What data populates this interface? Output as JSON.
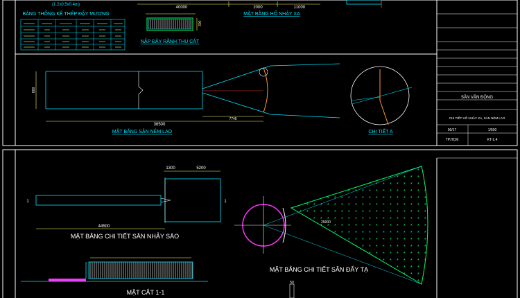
{
  "sheet_top": {
    "table_title": "BẢNG THỐNG KÊ THÉP ĐẬY MƯƠNG",
    "table_note": "(1.2x0.5x0.4m)",
    "table_headers": [
      "",
      "",
      "",
      "",
      "",
      ""
    ],
    "table_rows": [
      [
        "",
        "",
        "",
        "",
        "",
        ""
      ],
      [
        "",
        "",
        "",
        "",
        "",
        ""
      ],
      [
        "",
        "",
        "",
        "",
        "",
        ""
      ],
      [
        "",
        "",
        "",
        "",
        "",
        ""
      ]
    ],
    "dim_40000": "40000",
    "dim_2000": "2000",
    "dim_11000": "11000",
    "plan_pit_title": "MẶT BẰNG HỐ NHẢY XA",
    "cover_title": "NẮP ĐẬY RÃNH THU CÁT",
    "cover_dim": "300",
    "javelin_title": "MẶT BẰNG SÂN NÉM LAO",
    "dim_36500": "36500",
    "dim_7746": "7746",
    "dim_800": "800",
    "detail_a_title": "CHI TIẾT A",
    "javelin_note": "",
    "javelin_arc_note": ""
  },
  "sheet_bottom": {
    "dim_1300": "1300",
    "dim_5200": "5200",
    "dim_44500": "44500",
    "pole_vault_title": "MẶT BẰNG CHI TIẾT SÂN NHẢY SÀO",
    "section_title": "MẶT CẮT 1-1",
    "shot_put_title": "MẶT BẰNG CHI TIẾT SÂN ĐẨY TẠ",
    "dim_50": "50",
    "section_marker": "1",
    "sector_radius": "25000",
    "pole_note": "",
    "sector_note": ""
  },
  "title_block_top": {
    "project_label": "SÂN VẬN ĐỘNG",
    "drawing_name": "CHI TIẾT HỐ NHẢY XA, SÂN NÉM LAO",
    "scale": "1/500",
    "date": "06/17",
    "sheet_no": "KT-1.4",
    "drawn_by": "TP.HCM"
  },
  "colors": {
    "frame": "#ffffff",
    "dim": "#ffff66",
    "cyan": "#00e5ff",
    "green": "#00ff66",
    "magenta": "#ff33ff",
    "red": "#ff3333",
    "orange": "#ff9933",
    "blue": "#4f7bff"
  }
}
